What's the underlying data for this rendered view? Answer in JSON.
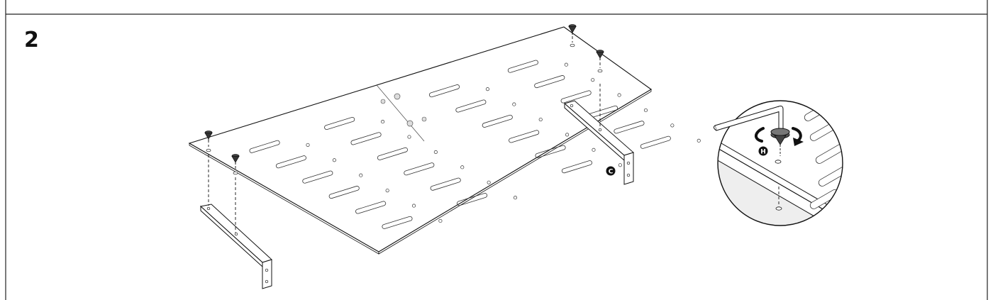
{
  "step": {
    "number": "2"
  },
  "parts": {
    "bracket_label": "C",
    "screw_label": "H"
  },
  "icons": {
    "step": "step-number",
    "shelf": "perforated-shelf-panel",
    "bracket": "l-bracket-leg",
    "screw": "screw-icon",
    "detail": "magnified-detail-view",
    "hex_key": "hex-key-icon",
    "rotation": "rotate-clockwise-icon"
  },
  "colors": {
    "line": "#111111",
    "border": "#222222",
    "background": "#ffffff",
    "panel_fill": "#ffffff",
    "detail_bg": "#f2f2f2",
    "badge": "#111111"
  }
}
